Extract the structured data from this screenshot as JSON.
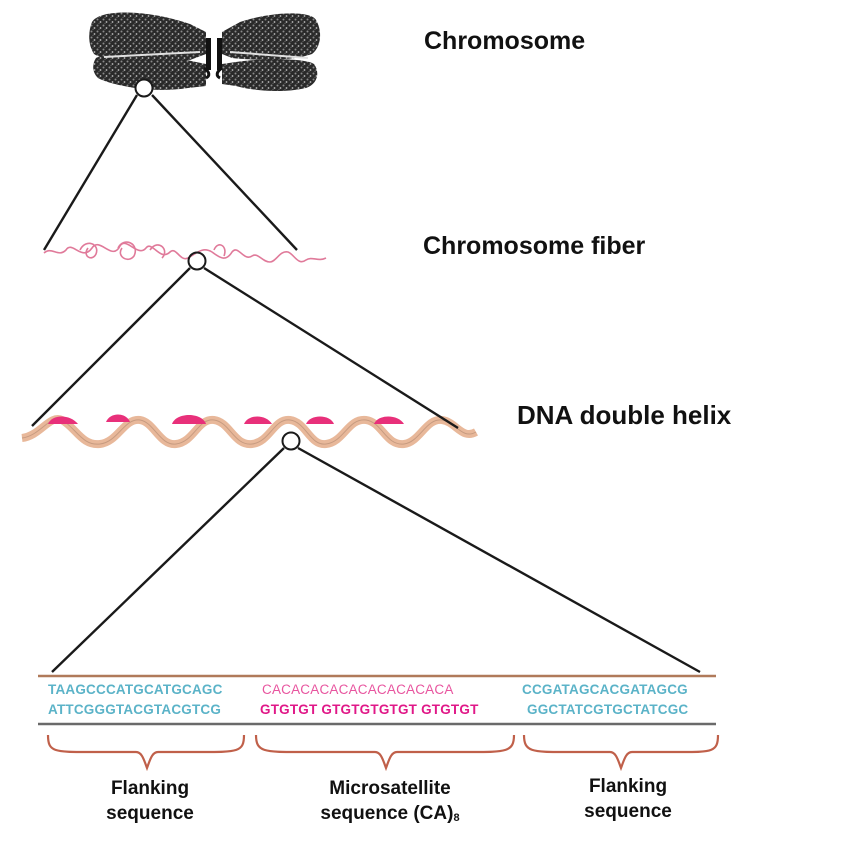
{
  "levels": {
    "chromosome": "Chromosome",
    "fiber": "Chromosome fiber",
    "helix": "DNA double helix"
  },
  "sequence": {
    "left_flank_top": "TAAGCCCATGCATGCAGC",
    "left_flank_bottom": "ATTCGGGTACGTACGTCG",
    "micro_top": "CACACACACACACACACACA",
    "micro_bottom": "GTGTGT GTGTGTGTGT GTGTGT",
    "right_flank_top": "CCGATAGCACGATAGCG",
    "right_flank_bottom": "GGCTATCGTGCTATCGC"
  },
  "captions": {
    "left_line1": "Flanking",
    "left_line2": "sequence",
    "middle_line1": "Microsatellite",
    "middle_line2": "sequence (CA)",
    "middle_subscript": "8",
    "right_line1": "Flanking",
    "right_line2": "sequence"
  },
  "colors": {
    "flank": "#5bb3c8",
    "micro_top": "#e8559f",
    "micro_bottom": "#e01888",
    "brace": "#c0604a",
    "fiber": "#e07a9a",
    "helix_backbone": "#e8b89a",
    "helix_pink": "#e8307a"
  }
}
